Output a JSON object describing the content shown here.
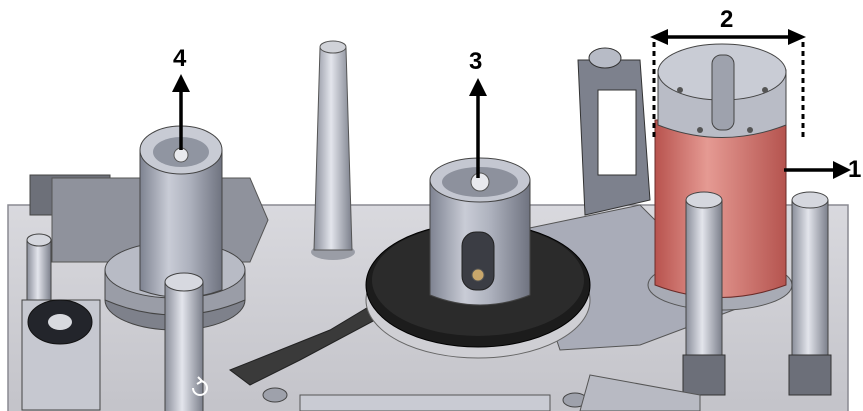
{
  "callouts": {
    "label_1": "1",
    "label_2": "2",
    "label_3": "3",
    "label_4": "4"
  },
  "colors": {
    "plate": "#cfcfd4",
    "metal_light": "#d9dbe3",
    "metal_mid": "#a9adb8",
    "metal_dark": "#6f7380",
    "drum_red": "#d8807a",
    "disc_black": "#1c1c1c",
    "arrow": "#000000"
  },
  "icons": {
    "rotate_marker": "rotate-arrow-icon"
  }
}
